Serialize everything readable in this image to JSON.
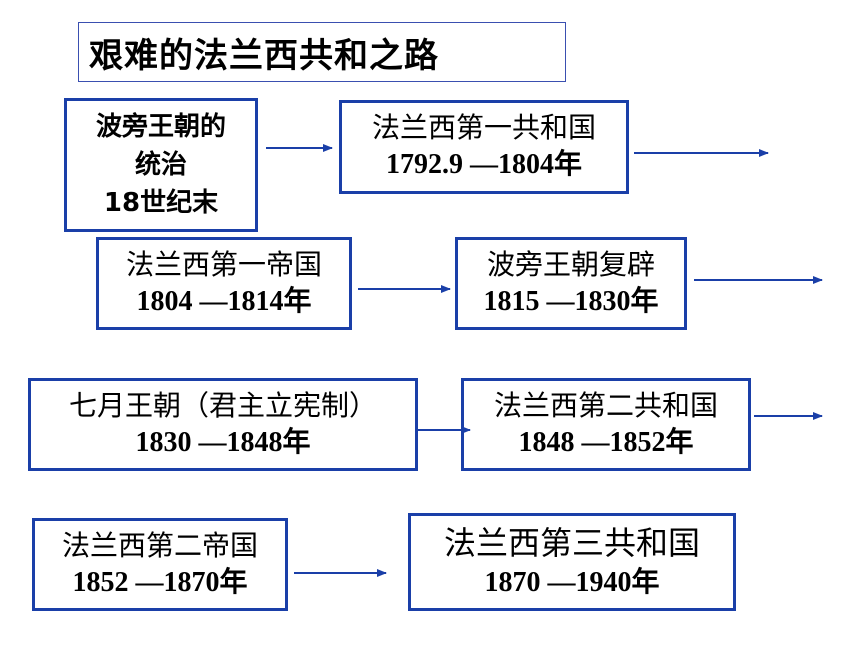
{
  "title": "艰难的法兰西共和之路",
  "nodes": {
    "bourbon": {
      "lines": [
        "波旁王朝的",
        "统治",
        "18世纪末"
      ]
    },
    "first_republic": {
      "name": "法兰西第一共和国",
      "period": "1792.9 —1804年"
    },
    "first_empire": {
      "name": "法兰西第一帝国",
      "period": "1804 —1814年"
    },
    "restoration": {
      "name": "波旁王朝复辟",
      "period": "1815 —1830年"
    },
    "july_monarchy": {
      "name": "七月王朝（君主立宪制）",
      "period": "1830 —1848年"
    },
    "second_republic": {
      "name": "法兰西第二共和国",
      "period": "1848 —1852年"
    },
    "second_empire": {
      "name": "法兰西第二帝国",
      "period": "1852 —1870年"
    },
    "third_republic": {
      "name": "法兰西第三共和国",
      "period": "1870 —1940年"
    }
  },
  "colors": {
    "border": "#1a3fa8",
    "arrow": "#1a3fa8"
  }
}
